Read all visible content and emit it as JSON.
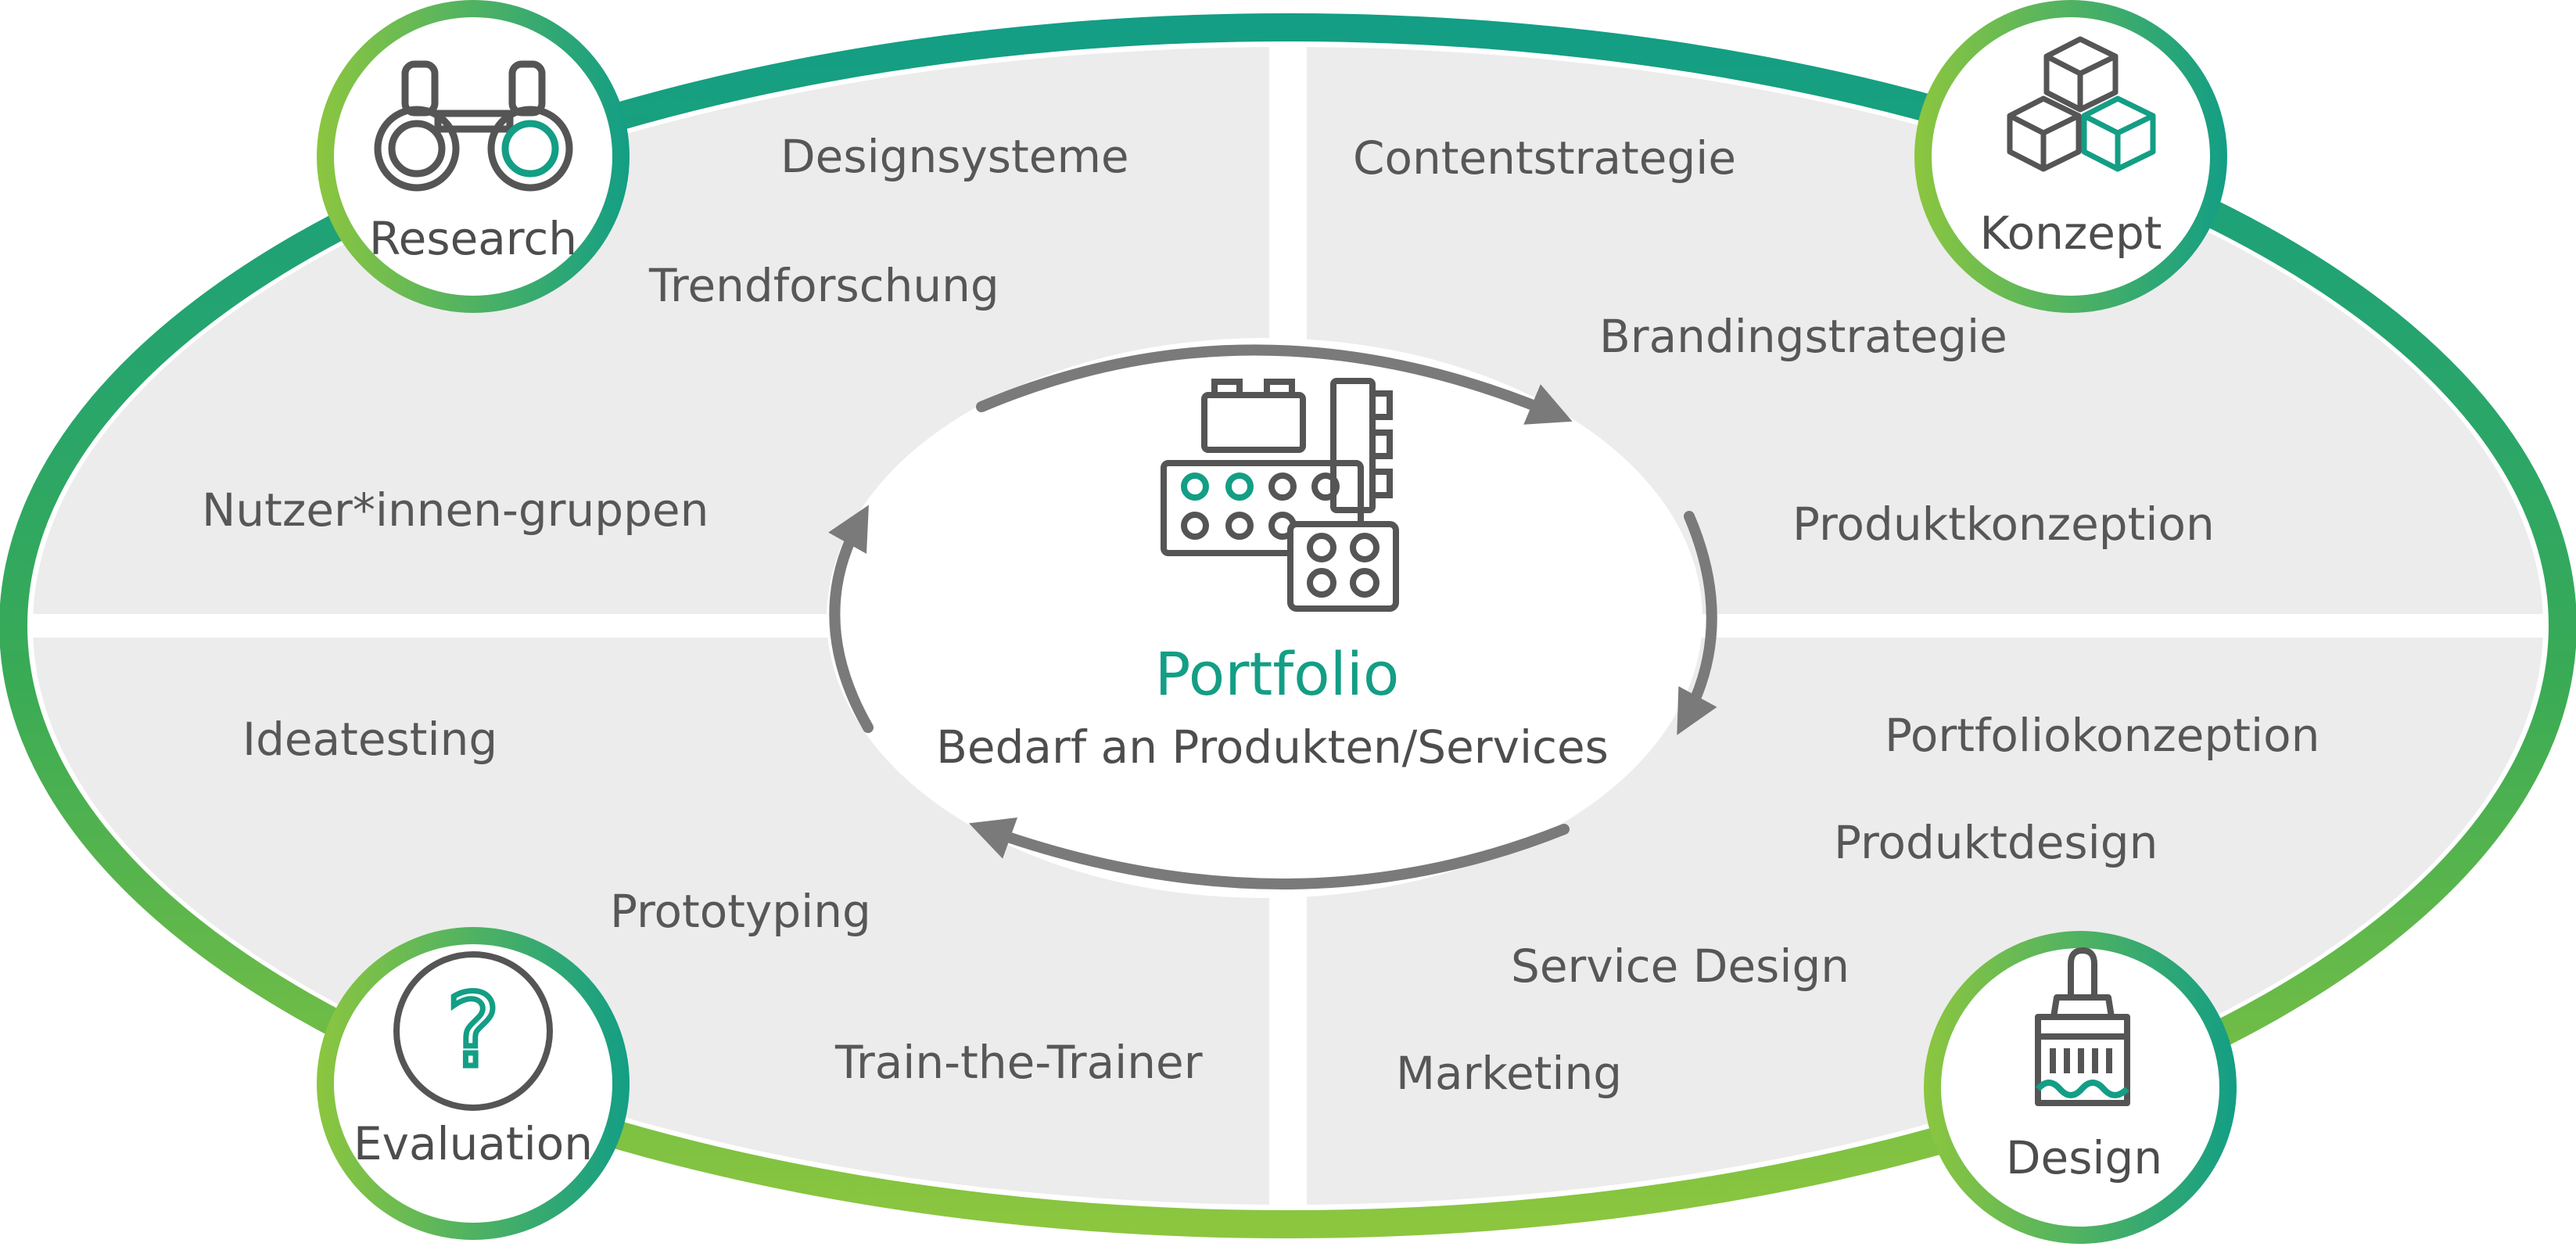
{
  "colors": {
    "teal": "#139e85",
    "green_light": "#8cc63f",
    "green_mid": "#44ad4e",
    "panel_gray": "#ececec",
    "arrow_gray": "#7a7a7a",
    "text_dark": "#4d4d4d",
    "icon_gray": "#555555"
  },
  "center": {
    "title": "Portfolio",
    "subtitle": "Bedarf an Produkten/Services",
    "icon": "building-blocks-icon"
  },
  "phases": [
    {
      "key": "research",
      "label": "Research",
      "icon": "binoculars-icon"
    },
    {
      "key": "konzept",
      "label": "Konzept",
      "icon": "cubes-icon"
    },
    {
      "key": "design",
      "label": "Design",
      "icon": "paintbrush-icon"
    },
    {
      "key": "evaluation",
      "label": "Evaluation",
      "icon": "question-mark-icon"
    }
  ],
  "quadrants": {
    "research": [
      "Designsysteme",
      "Trendforschung",
      "Nutzer*innen-gruppen"
    ],
    "konzept": [
      "Contentstrategie",
      "Brandingstrategie",
      "Produktkonzeption"
    ],
    "design": [
      "Portfoliokonzeption",
      "Produktdesign",
      "Service Design",
      "Marketing"
    ],
    "evaluation": [
      "Ideatesting",
      "Prototyping",
      "Train-the-Trainer"
    ]
  }
}
